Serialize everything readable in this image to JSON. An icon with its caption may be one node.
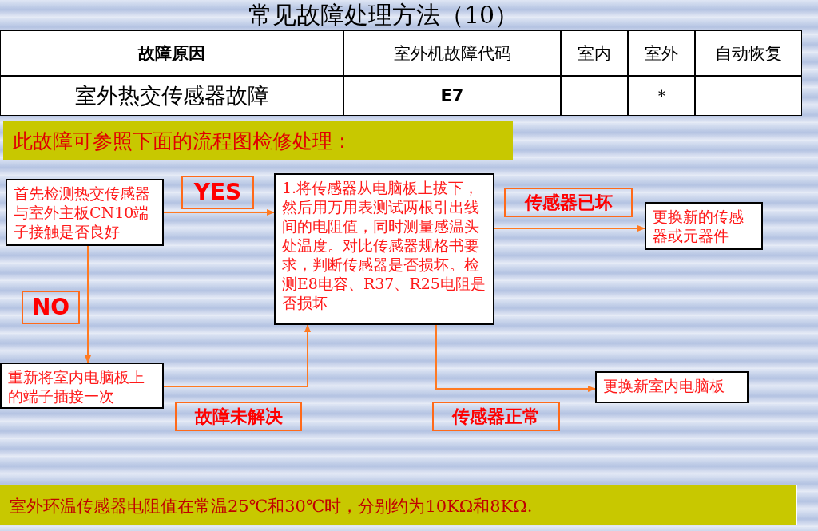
{
  "diagram": {
    "title": "常见故障处理方法（10）",
    "nodes": [
      {
        "text": [
          "首先检测热交传感器与室外主板CN10端子接触是否良好"
        ]
      },
      {
        "text": [
          "1.将传感器从电脑板上拔下，然后用万用表测试两根引出线间的电阻值，同时测量感温头处温度。对比传感器规格书要求，判断传感器是否损坏。检测E8电容、R37、R25电阻是否损坏"
        ]
      },
      {
        "text": [
          "更换新的传感器或元器件"
        ]
      },
      {
        "text": [
          "重新将室内电脑板上的端子插接一次"
        ]
      },
      {
        "text": [
          "更换新室内电脑板"
        ]
      }
    ],
    "edges": [
      {
        "from": 0,
        "to": 1,
        "arrow": "to",
        "label": "YES"
      },
      {
        "from": 0,
        "to": 3,
        "arrow": "to",
        "label": "NO"
      },
      {
        "from": 3,
        "to": 1,
        "arrow": "to",
        "label": "故障未解决"
      },
      {
        "from": 1,
        "to": 2,
        "arrow": "to",
        "label": "传感器已坏"
      },
      {
        "from": 1,
        "to": 4,
        "arrow": "to",
        "label": "传感器正常"
      }
    ],
    "labels": [
      "故障原因",
      "室外机故障代码",
      "室内",
      "室外",
      "自动恢复",
      "室外热交传感器故障",
      "E7",
      "＊",
      "此故障可参照下面的流程图检修处理：",
      "室外环温传感器电阻值在常温25℃和30℃时，分别约为10KΩ和8KΩ."
    ]
  }
}
